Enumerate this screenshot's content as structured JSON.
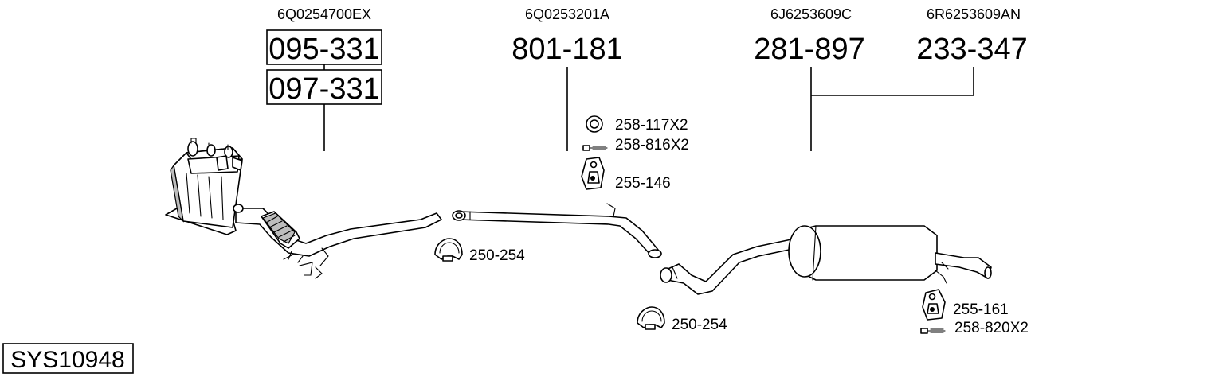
{
  "system_code": "SYS10948",
  "groups": [
    {
      "oem": "6Q0254700EX",
      "parts": [
        "095-331",
        "097-331"
      ]
    },
    {
      "oem": "6Q0253201A",
      "parts": [
        "801-181"
      ]
    },
    {
      "oem": "6J6253609C",
      "parts": [
        "281-897"
      ]
    },
    {
      "oem": "6R6253609AN",
      "parts": [
        "233-347"
      ]
    }
  ],
  "accessories": [
    {
      "number": "258-117X2",
      "icon": "gasket-ring-icon"
    },
    {
      "number": "258-816X2",
      "icon": "bolt-icon"
    },
    {
      "number": "255-146",
      "icon": "rubber-hanger-icon"
    },
    {
      "number": "250-254",
      "icon": "pipe-clamp-icon"
    },
    {
      "number": "250-254",
      "icon": "pipe-clamp-icon"
    },
    {
      "number": "255-161",
      "icon": "rubber-hanger-icon"
    },
    {
      "number": "258-820X2",
      "icon": "bolt-icon"
    }
  ]
}
